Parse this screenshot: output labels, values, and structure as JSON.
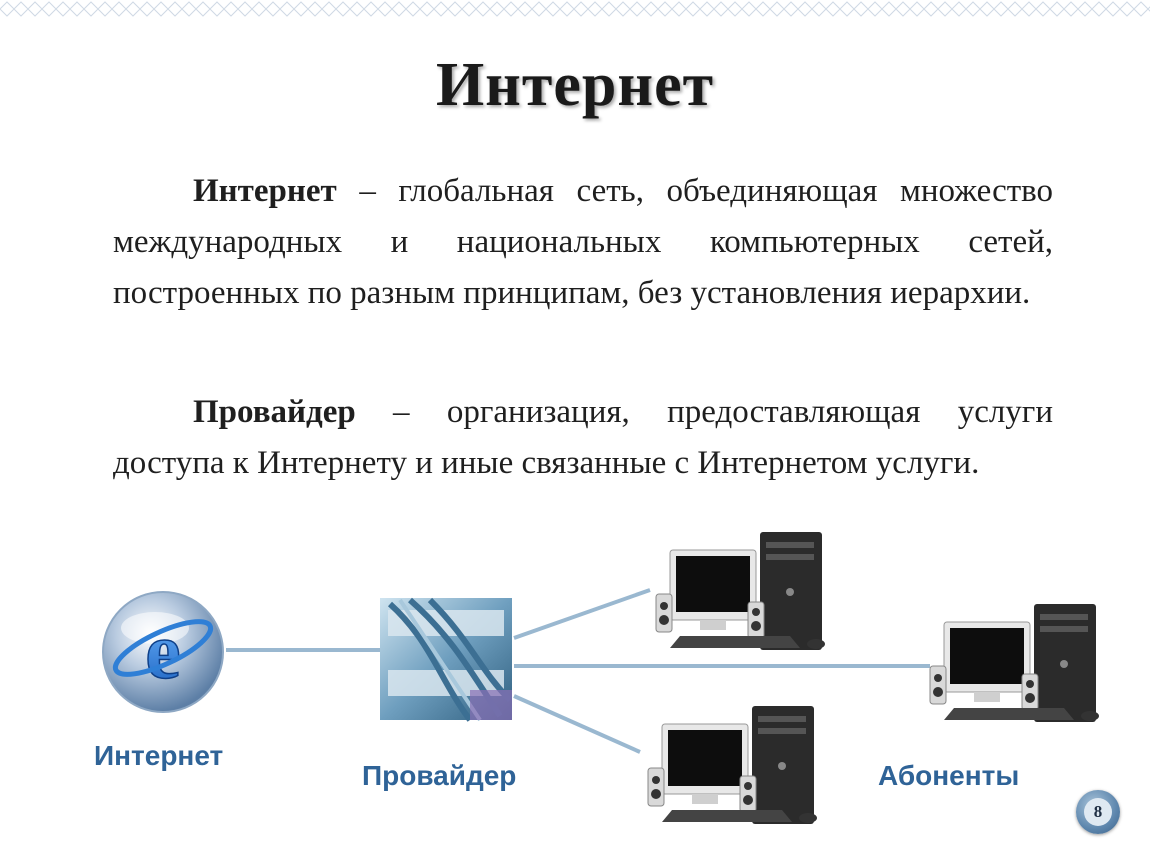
{
  "title": "Интернет",
  "para1": {
    "term": "Интернет",
    "text": " – глобальная сеть, объединяющая множество международных и национальных компьютерных сетей, построенных по разным принципам, без установления иерархии."
  },
  "para2": {
    "term": "Провайдер",
    "text": " – организация, предоставляющая услуги доступа к Интернету и иные связанные с Интернетом услуги."
  },
  "diagram": {
    "internet_label": "Интернет",
    "provider_label": "Провайдер",
    "subscribers_label": "Абоненты",
    "icons": [
      "internet-explorer-globe-icon",
      "network-switch-image",
      "desktop-computer-icon"
    ],
    "line_color": "#9ab8d0",
    "label_color": "#2f6397"
  },
  "page_number": "8"
}
